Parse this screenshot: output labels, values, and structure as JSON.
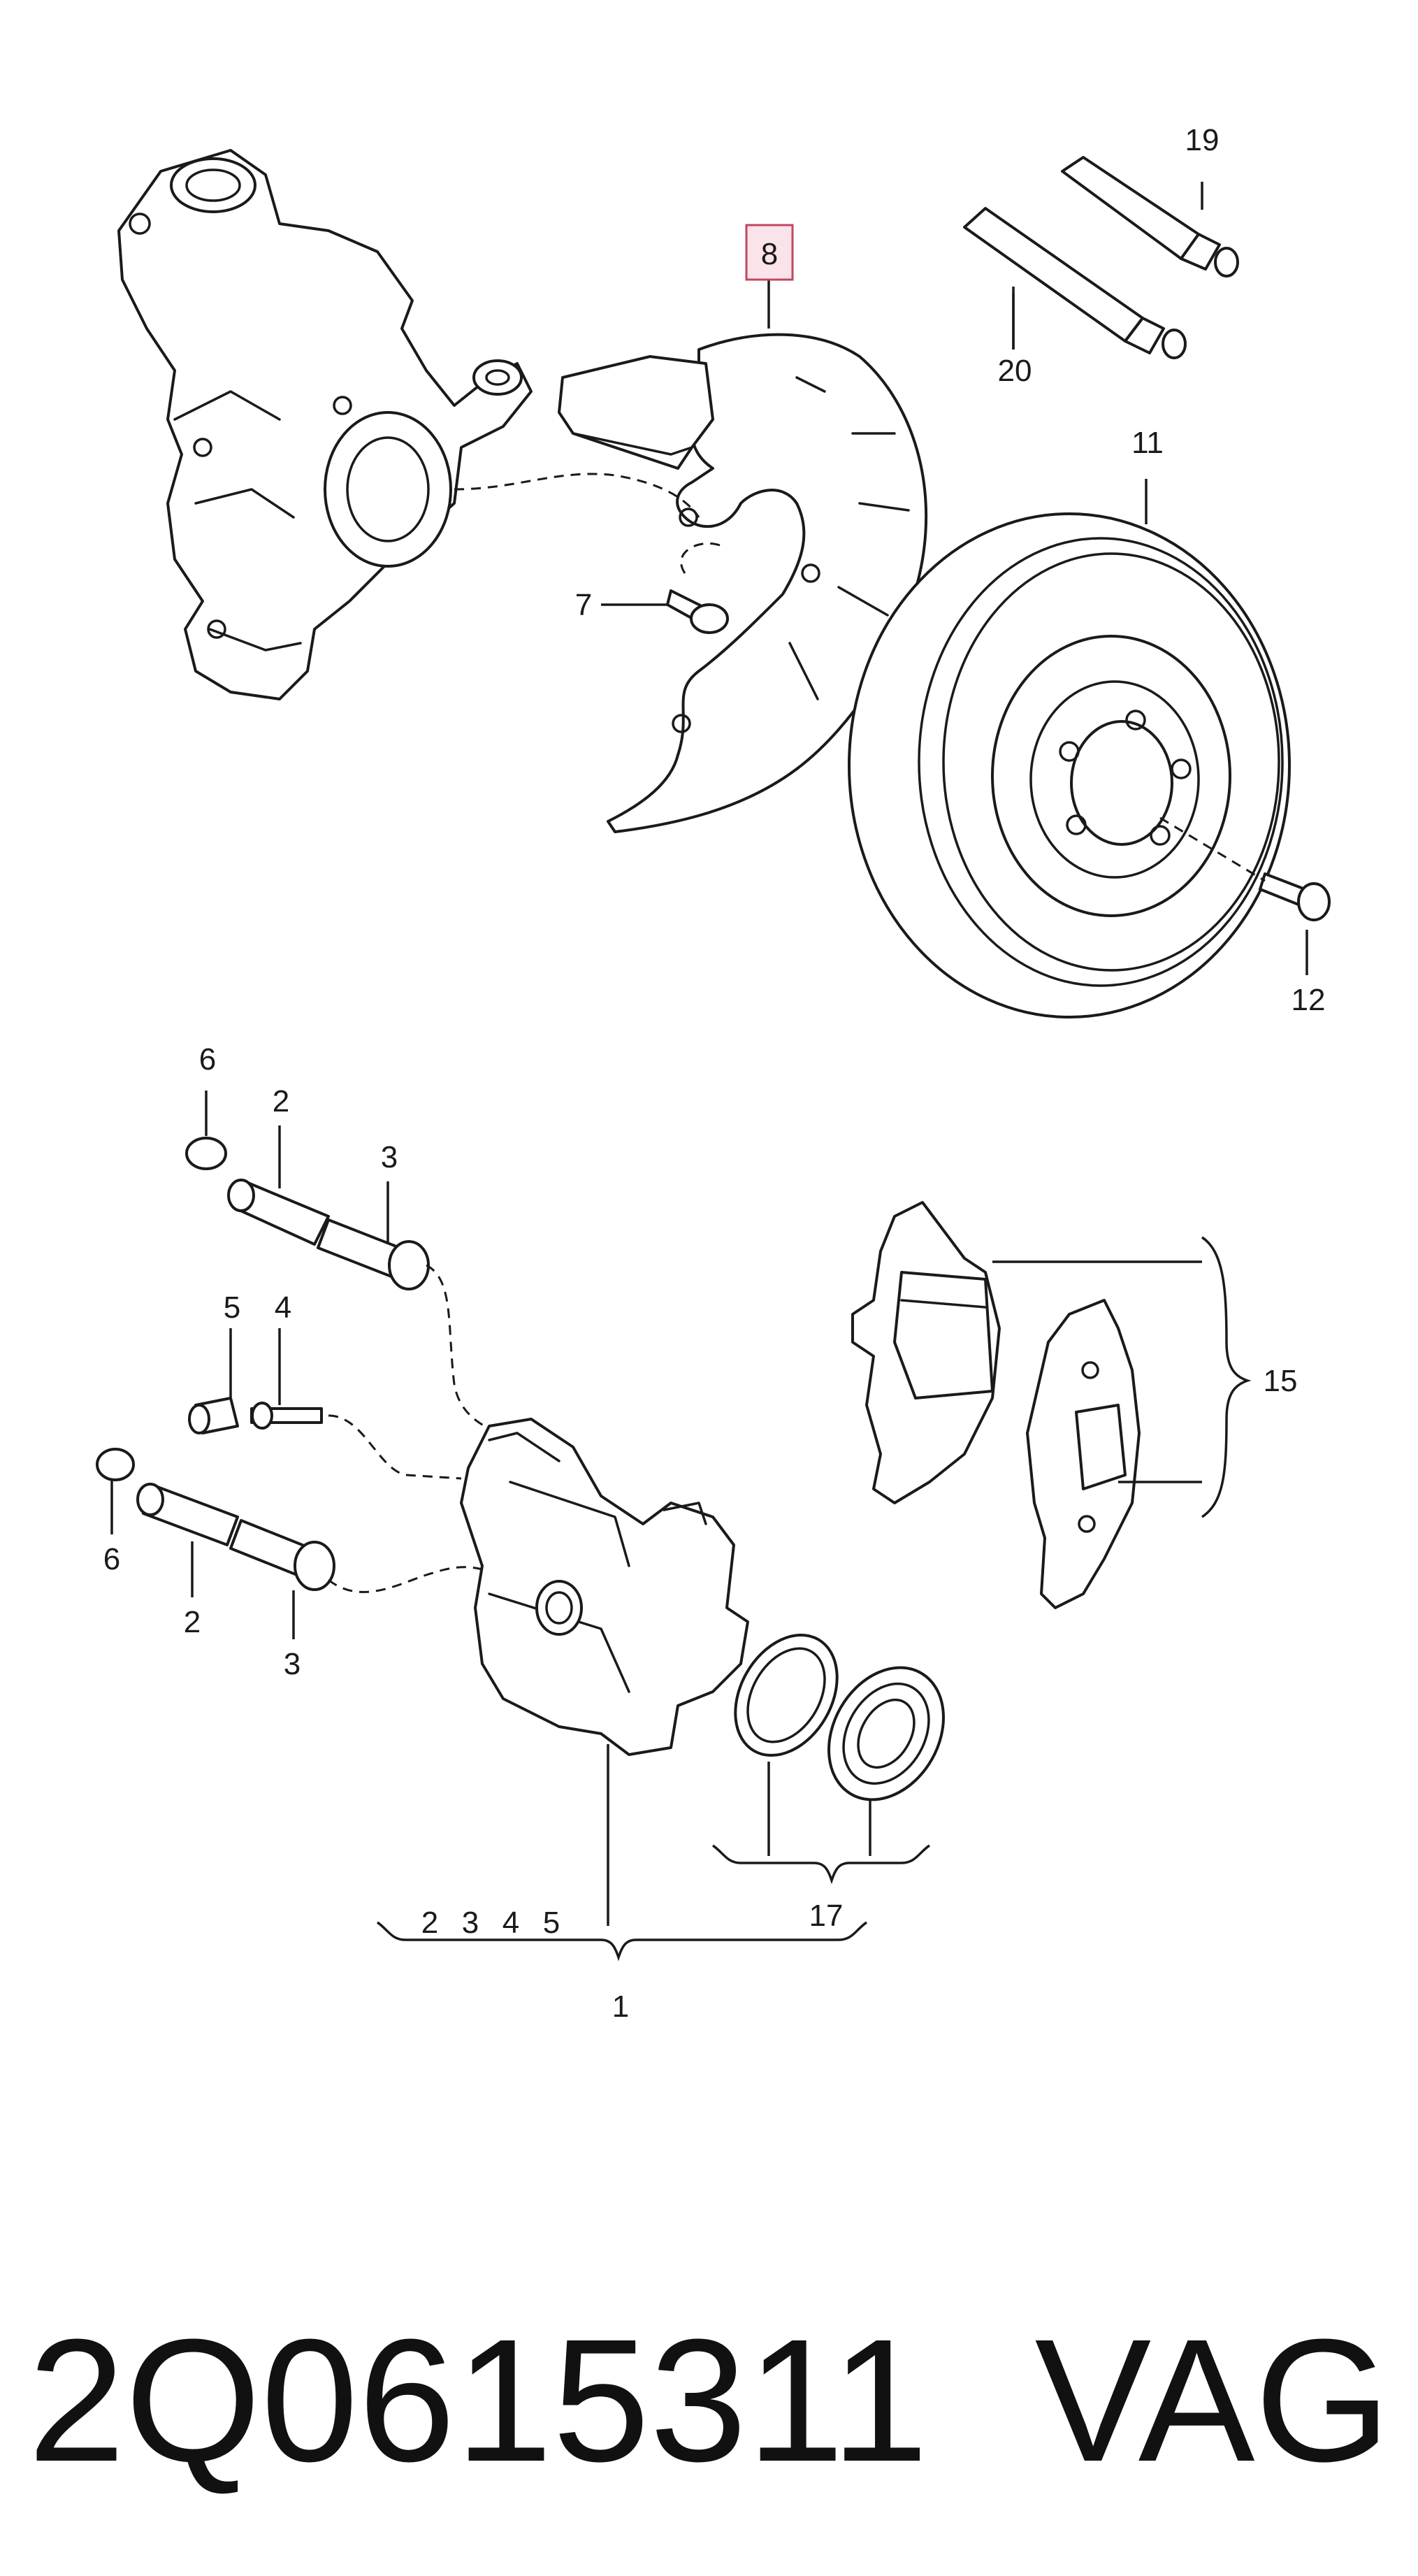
{
  "diagram": {
    "callouts": {
      "c19": "19",
      "c20": "20",
      "c8": "8",
      "c11": "11",
      "c7": "7",
      "c12": "12",
      "c6a": "6",
      "c2a": "2",
      "c3a": "3",
      "c5": "5",
      "c4": "4",
      "c6b": "6",
      "c2b": "2",
      "c3b": "3",
      "c15": "15",
      "c17": "17",
      "g1": "2",
      "g2": "3",
      "g3": "4",
      "g4": "5",
      "c1": "1"
    },
    "highlighted_callout": "8",
    "highlight_color": "#fbe3ea"
  },
  "footer": {
    "part_number": "2Q0615311",
    "brand": "VAG"
  }
}
